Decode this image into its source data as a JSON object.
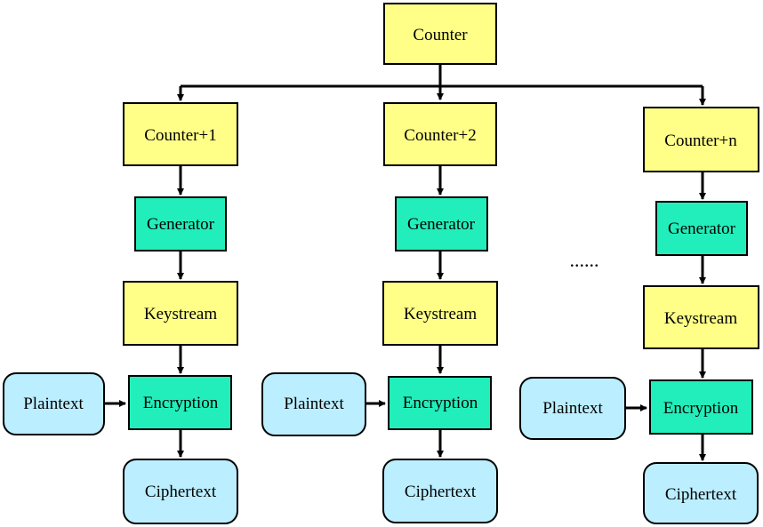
{
  "colors": {
    "counter_fill": "#FFFF88",
    "generator_fill": "#22EEBB",
    "plaintext_fill": "#BBEEFF",
    "stroke": "#000000"
  },
  "top": {
    "label": "Counter"
  },
  "ellipsis": "......",
  "columns": [
    {
      "counter": "Counter+1",
      "generator": "Generator",
      "keystream": "Keystream",
      "plaintext": "Plaintext",
      "encryption": "Encryption",
      "ciphertext": "Ciphertext"
    },
    {
      "counter": "Counter+2",
      "generator": "Generator",
      "keystream": "Keystream",
      "plaintext": "Plaintext",
      "encryption": "Encryption",
      "ciphertext": "Ciphertext"
    },
    {
      "counter": "Counter+n",
      "generator": "Generator",
      "keystream": "Keystream",
      "plaintext": "Plaintext",
      "encryption": "Encryption",
      "ciphertext": "Ciphertext"
    }
  ]
}
